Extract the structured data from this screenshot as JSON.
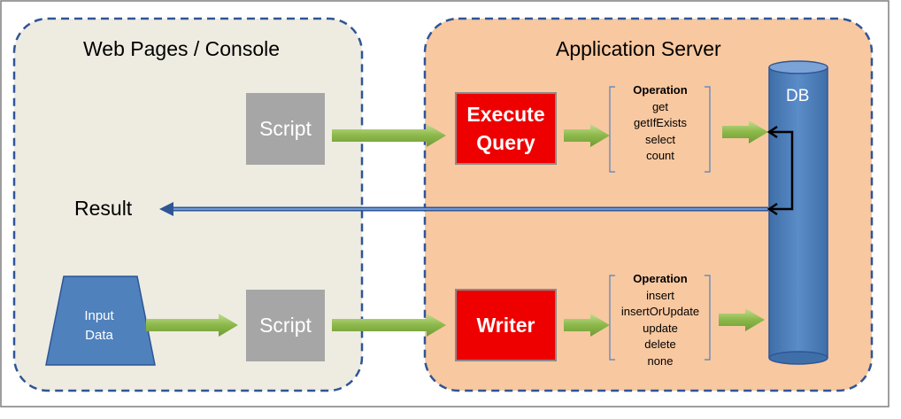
{
  "left_panel": {
    "title": "Web Pages / Console"
  },
  "right_panel": {
    "title": "Application Server"
  },
  "script_top": "Script",
  "script_bottom": "Script",
  "execute_query": {
    "line1": "Execute",
    "line2": "Query"
  },
  "writer": "Writer",
  "read_ops": {
    "heading": "Operation",
    "items": [
      "get",
      "getIfExists",
      "select",
      "count"
    ]
  },
  "write_ops": {
    "heading": "Operation",
    "items": [
      "insert",
      "insertOrUpdate",
      "update",
      "delete",
      "none"
    ]
  },
  "db_label": "DB",
  "result_label": "Result",
  "input_data": {
    "line1": "Input",
    "line2": "Data"
  },
  "colors": {
    "left_panel_fill": "#eeece1",
    "right_panel_fill": "#f8c8a0",
    "panel_border": "#2f5597",
    "arrow_green": "#8cb84a",
    "db_blue": "#4f81bd",
    "execute_red": "#ee0000",
    "script_gray": "#a6a6a6"
  }
}
